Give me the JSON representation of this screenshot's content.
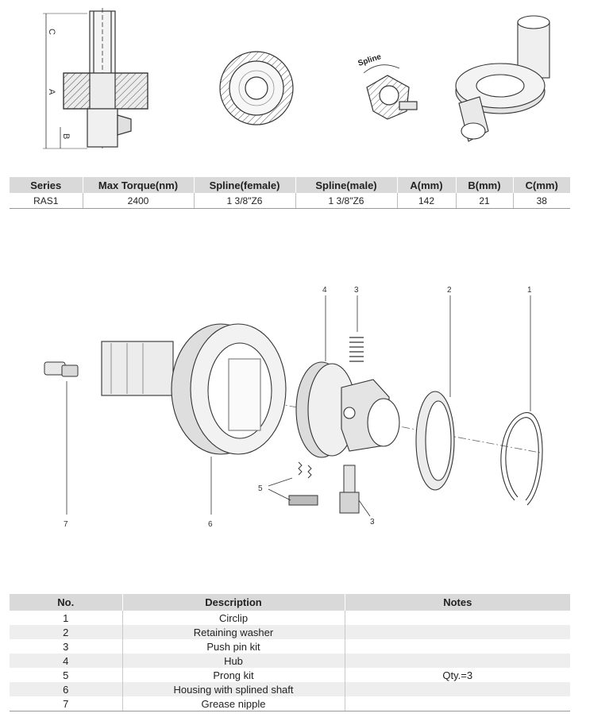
{
  "dimension_labels": {
    "a": "A",
    "b": "B",
    "c": "C"
  },
  "spline_label": "Spline",
  "spec_table": {
    "headers": [
      "Series",
      "Max Torque(nm)",
      "Spline(female)",
      "Spline(male)",
      "A(mm)",
      "B(mm)",
      "C(mm)"
    ],
    "rows": [
      [
        "RAS1",
        "2400",
        "1 3/8\"Z6",
        "1 3/8\"Z6",
        "142",
        "21",
        "38"
      ]
    ]
  },
  "callouts": {
    "c1": "1",
    "c2": "2",
    "c3a": "3",
    "c3b": "3",
    "c4": "4",
    "c5": "5",
    "c6": "6",
    "c7": "7"
  },
  "parts_table": {
    "headers": [
      "No.",
      "Description",
      "Notes"
    ],
    "rows": [
      [
        "1",
        "Circlip",
        ""
      ],
      [
        "2",
        "Retaining washer",
        ""
      ],
      [
        "3",
        "Push pin kit",
        ""
      ],
      [
        "4",
        "Hub",
        ""
      ],
      [
        "5",
        "Prong kit",
        "Qty.=3"
      ],
      [
        "6",
        "Housing with splined shaft",
        ""
      ],
      [
        "7",
        "Grease nipple",
        ""
      ]
    ]
  }
}
